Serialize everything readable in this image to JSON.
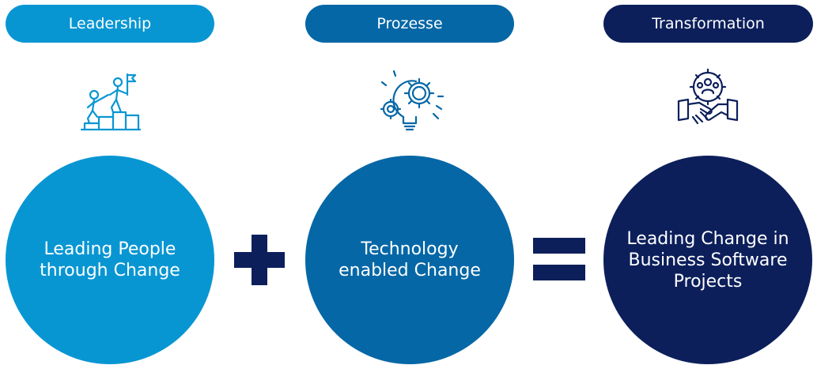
{
  "colors": {
    "light_blue": "#0896d3",
    "mid_blue": "#0567a6",
    "dark_navy": "#0c1f5b",
    "operator": "#0c1f5b"
  },
  "columns": [
    {
      "header": "Leadership",
      "icon": "climbing-helping-hand-icon",
      "circle_lines": [
        "Leading People",
        "through Change"
      ]
    },
    {
      "header": "Prozesse",
      "icon": "lightbulb-gears-icon",
      "circle_lines": [
        "Technology",
        "enabled Change"
      ]
    },
    {
      "header": "Transformation",
      "icon": "handshake-team-icon",
      "circle_lines": [
        "Leading Change in",
        "Business Software",
        "Projects"
      ]
    }
  ],
  "operators": {
    "plus": "plus-icon",
    "equals": "equals-icon"
  }
}
